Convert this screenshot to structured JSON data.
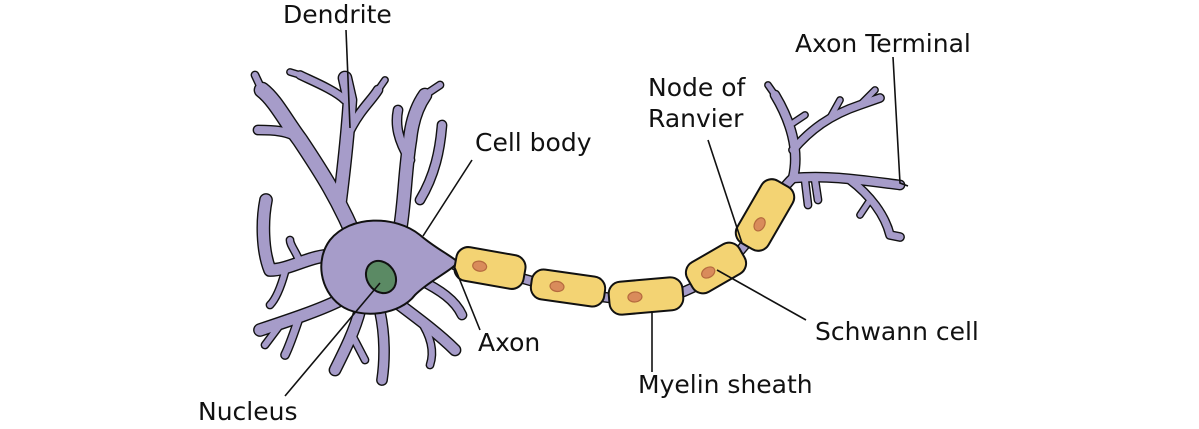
{
  "labels": {
    "dendrite": "Dendrite",
    "cell_body": "Cell body",
    "nucleus": "Nucleus",
    "axon": "Axon",
    "myelin_sheath": "Myelin sheath",
    "schwann_cell": "Schwann cell",
    "node_of_ranvier_line1": "Node of",
    "node_of_ranvier_line2": "Ranvier",
    "axon_terminal": "Axon Terminal"
  },
  "colors": {
    "neuron": "#a69cc9",
    "nucleus": "#5b8a64",
    "myelin": "#f3d373",
    "schwann_nucleus": "#d98b5b",
    "outline": "#111111"
  }
}
